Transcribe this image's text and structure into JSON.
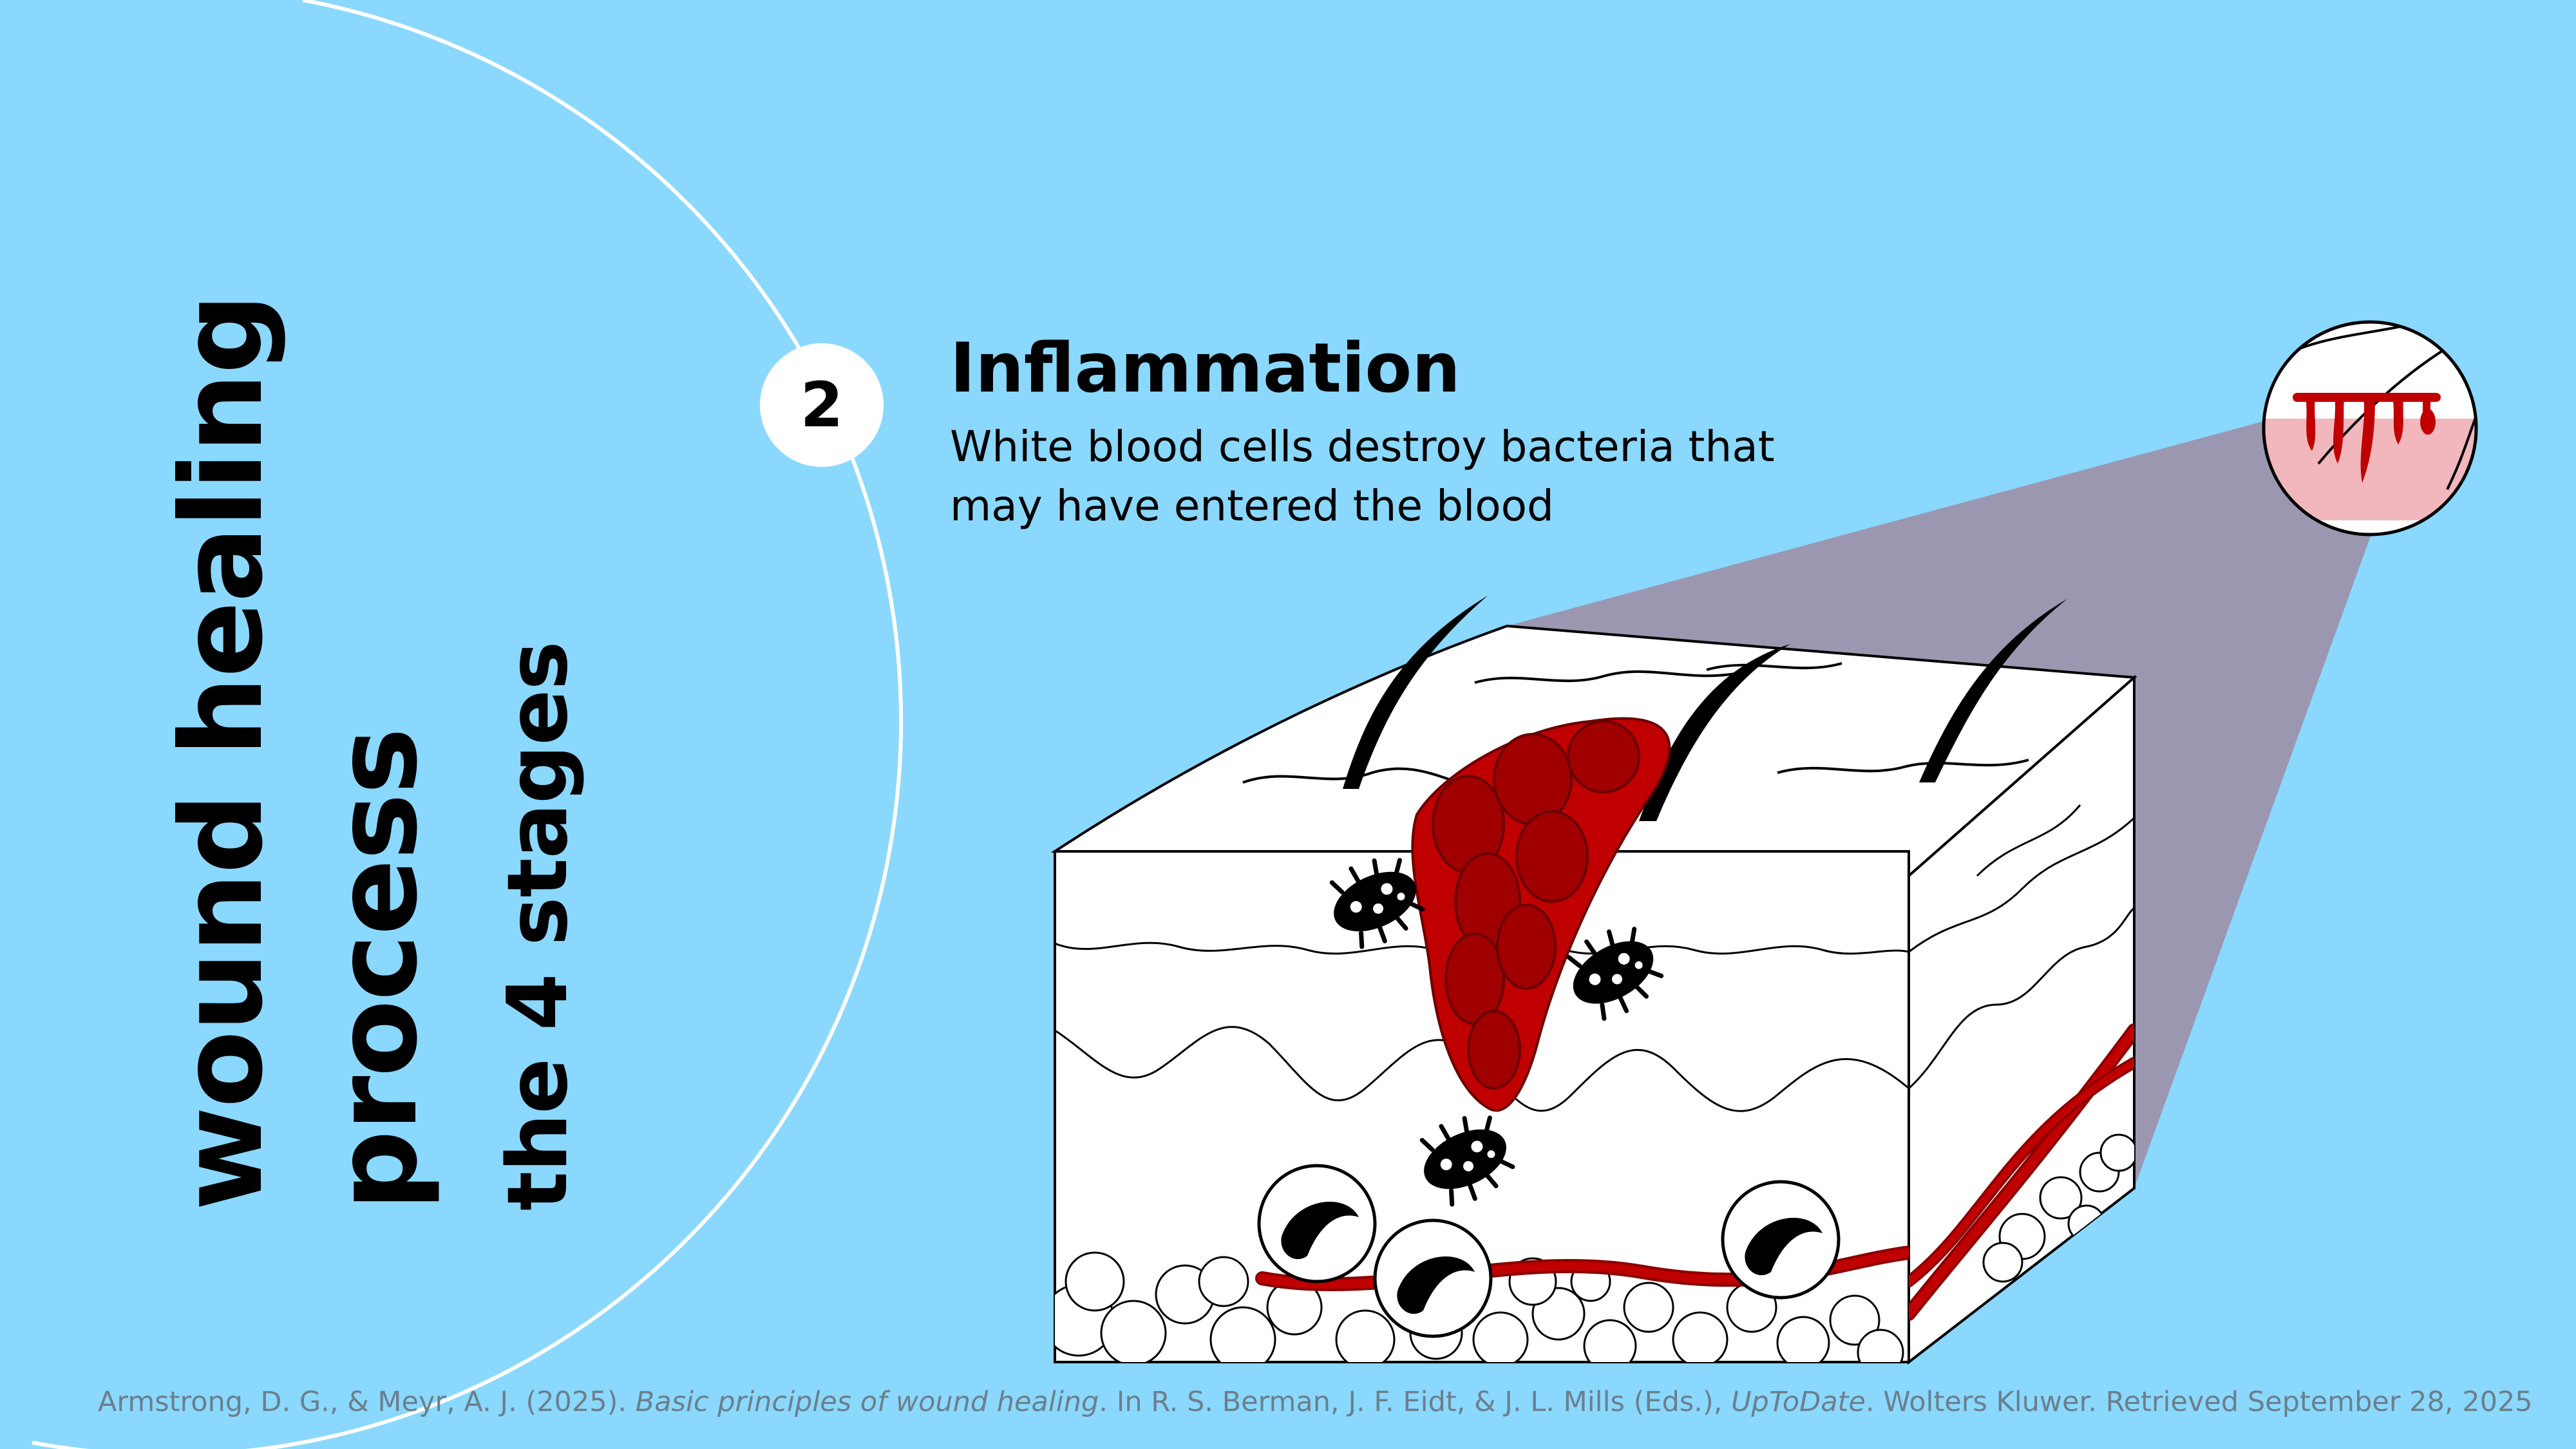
{
  "title": {
    "line1": "wound healing",
    "line2": "process",
    "subtitle": "the 4 stages"
  },
  "stage": {
    "number": "2",
    "name": "Inflammation",
    "description": "White blood cells destroy bacteria that may have entered the blood"
  },
  "citation": {
    "part1": "Armstrong, D. G., & Meyr, A. J. (2025). ",
    "title_italic": "Basic principles of wound healing",
    "part2": ". In R. S. Berman, J. F. Eidt, & J. L. Mills (Eds.), ",
    "source_italic": "UpToDate",
    "part3": ". Wolters Kluwer. Retrieved September 28, 2025"
  },
  "colors": {
    "background": "#8AD8FD",
    "blood": "#C00000",
    "blood_dark": "#8B0000",
    "zoom_beam": "#9B97B0",
    "zoom_lens": "#F1B7BC"
  },
  "icons": [
    "skin-cross-section-icon",
    "bacteria-icon",
    "white-blood-cell-icon",
    "blood-clot-icon",
    "magnifier-zoom-icon"
  ]
}
